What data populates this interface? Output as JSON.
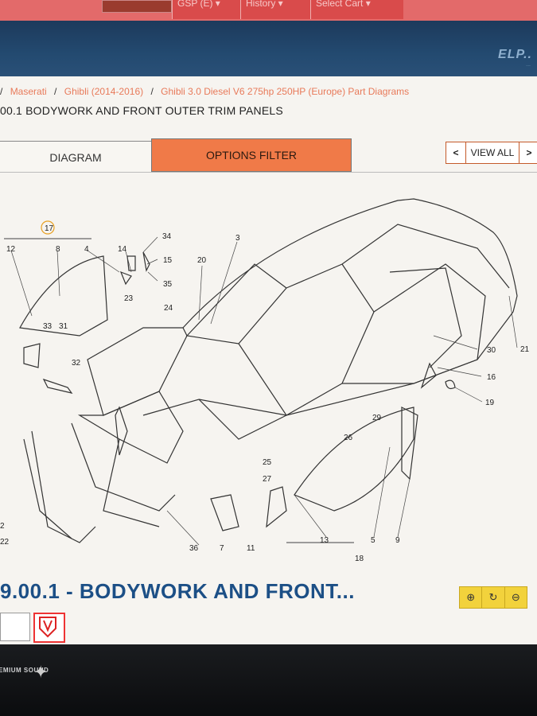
{
  "topbar": {
    "menus": [
      {
        "label": "GSP (E)"
      },
      {
        "label": "History"
      },
      {
        "label": "Select Cart"
      }
    ]
  },
  "brand": {
    "logo_text": "ELP..",
    "tagline": "..."
  },
  "breadcrumb": [
    {
      "label": "Maserati"
    },
    {
      "label": "Ghibli (2014-2016)"
    },
    {
      "label": "Ghibli 3.0 Diesel V6 275hp 250HP (Europe) Part Diagrams"
    }
  ],
  "section_title": "00.1 BODYWORK AND FRONT OUTER TRIM PANELS",
  "tabs": {
    "diagram": "DIAGRAM",
    "options_filter": "OPTIONS FILTER"
  },
  "pager": {
    "prev": "<",
    "view_all": "VIEW ALL",
    "next": ">"
  },
  "diagram": {
    "callouts": [
      "17",
      "12",
      "8",
      "4",
      "14",
      "34",
      "15",
      "35",
      "3",
      "20",
      "23",
      "24",
      "33",
      "31",
      "32",
      "30",
      "21",
      "16",
      "19",
      "29",
      "26",
      "25",
      "27",
      "13",
      "5",
      "9",
      "18",
      "36",
      "7",
      "11",
      "2",
      "22"
    ]
  },
  "caption": "9.00.1 - BODYWORK AND FRONT...",
  "zoom": {
    "zoom_in": "⊕",
    "reset": "↻",
    "zoom_out": "⊖"
  },
  "bezel": {
    "badge": "EMIUM SOUND"
  }
}
